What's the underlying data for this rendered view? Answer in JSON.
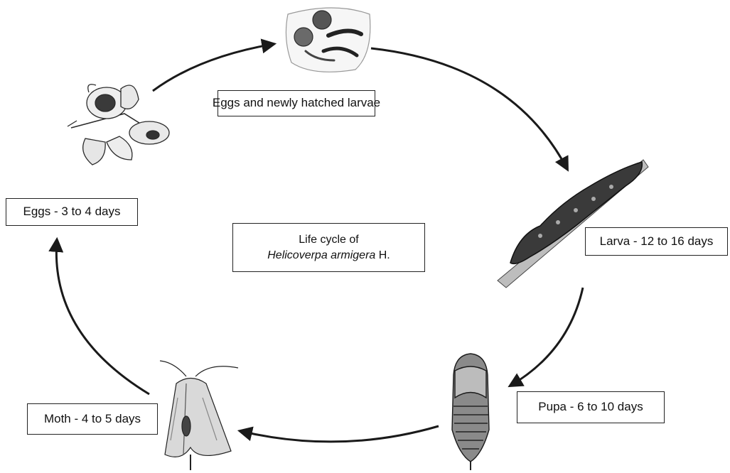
{
  "labels": {
    "eggs_hatched": "Eggs and newly hatched larvae",
    "larva": "Larva - 12 to 16 days",
    "pupa": "Pupa - 6 to 10 days",
    "moth": "Moth - 4 to 5 days",
    "eggs": "Eggs - 3 to 4 days"
  },
  "title": {
    "line1": "Life cycle of",
    "species": "Helicoverpa armigera",
    "author": "H."
  },
  "stages": [
    {
      "name": "eggs-on-leaves"
    },
    {
      "name": "eggs-and-newly-hatched-larvae"
    },
    {
      "name": "larva"
    },
    {
      "name": "pupa"
    },
    {
      "name": "moth"
    }
  ],
  "colors": {
    "arrow": "#1a1a1a",
    "illustration_dark": "#2a2a2a",
    "illustration_mid": "#6a6a6a",
    "illustration_light": "#cfcfcf"
  }
}
